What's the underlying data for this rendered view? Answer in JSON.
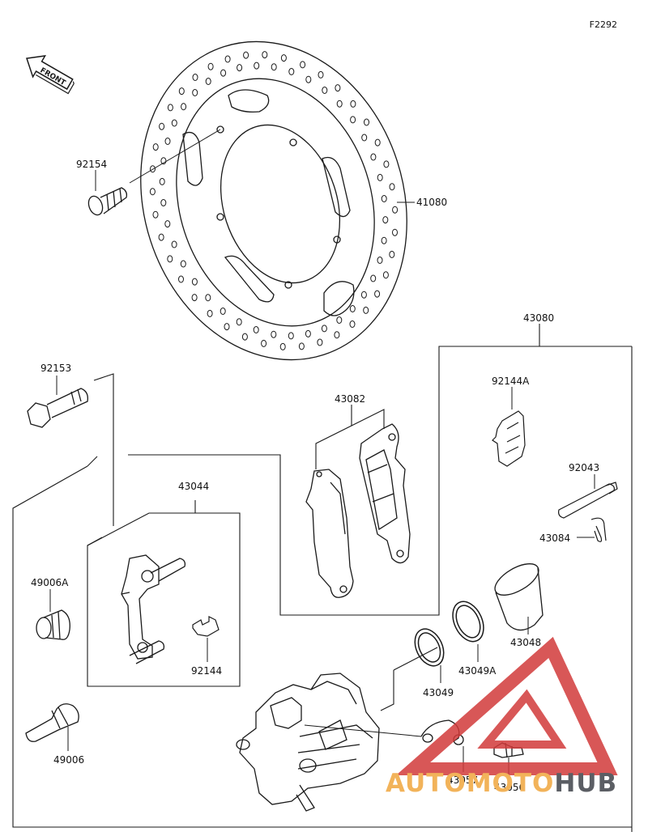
{
  "figure_code": "F2292",
  "front_label": "FRONT",
  "watermark": {
    "part1": "AUTOMOTO",
    "part2": "HUB"
  },
  "parts": {
    "p41080": "41080",
    "p92154": "92154",
    "p92153": "92153",
    "p43080": "43080",
    "p92144A": "92144A",
    "p43082": "43082",
    "p92043": "92043",
    "p43084": "43084",
    "p43044": "43044",
    "p92144": "92144",
    "p49006A": "49006A",
    "p49006": "49006",
    "p43048": "43048",
    "p43049A": "43049A",
    "p43049": "43049",
    "p43057": "43057",
    "p43056": "43056"
  },
  "colors": {
    "line": "#1a1a1a",
    "watermark_red": "#d23a3a",
    "watermark_orange": "#f2b35a",
    "watermark_gray": "#5b5e64"
  }
}
